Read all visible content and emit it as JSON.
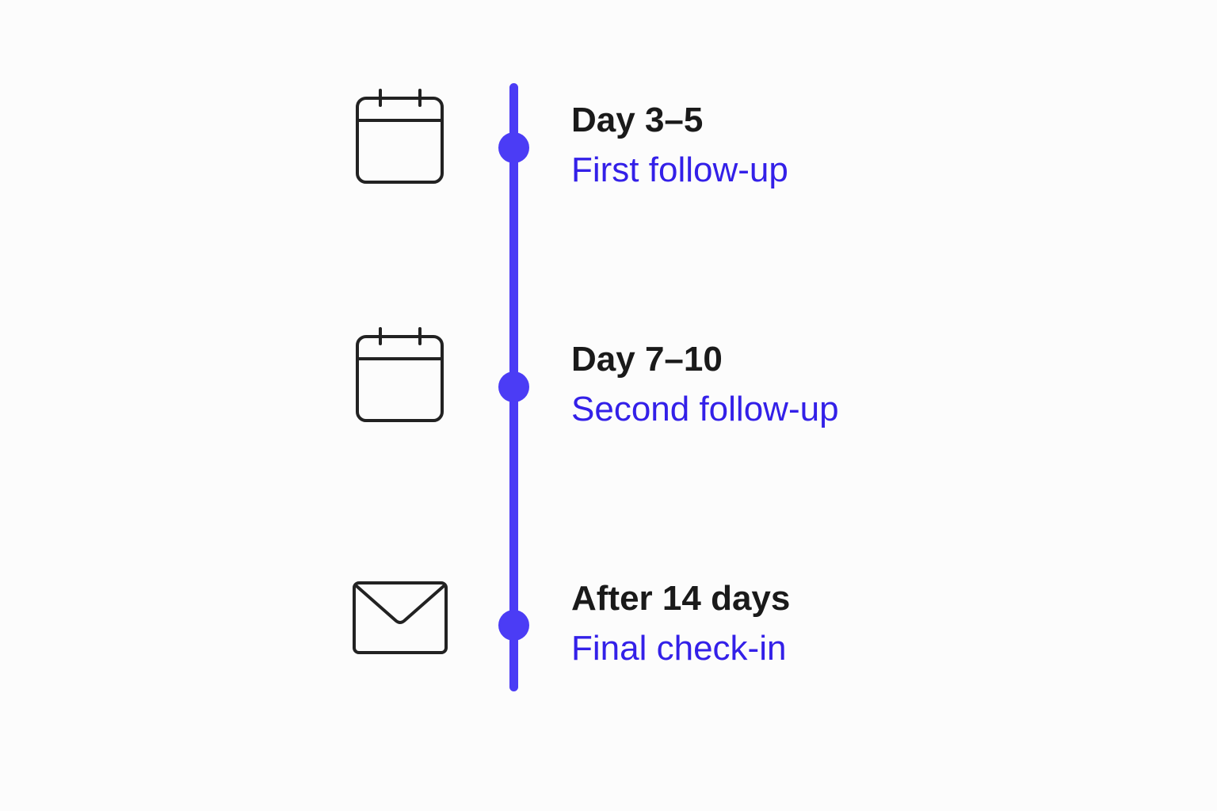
{
  "colors": {
    "accent": "#4b3cf5",
    "subtitle": "#3320e8",
    "title": "#1a1a1a",
    "icon_stroke": "#222222"
  },
  "steps": [
    {
      "icon": "calendar-icon",
      "title": "Day 3–5",
      "subtitle": "First follow-up"
    },
    {
      "icon": "calendar-icon",
      "title": "Day 7–10",
      "subtitle": "Second follow-up"
    },
    {
      "icon": "envelope-icon",
      "title": "After 14 days",
      "subtitle": "Final check-in"
    }
  ]
}
